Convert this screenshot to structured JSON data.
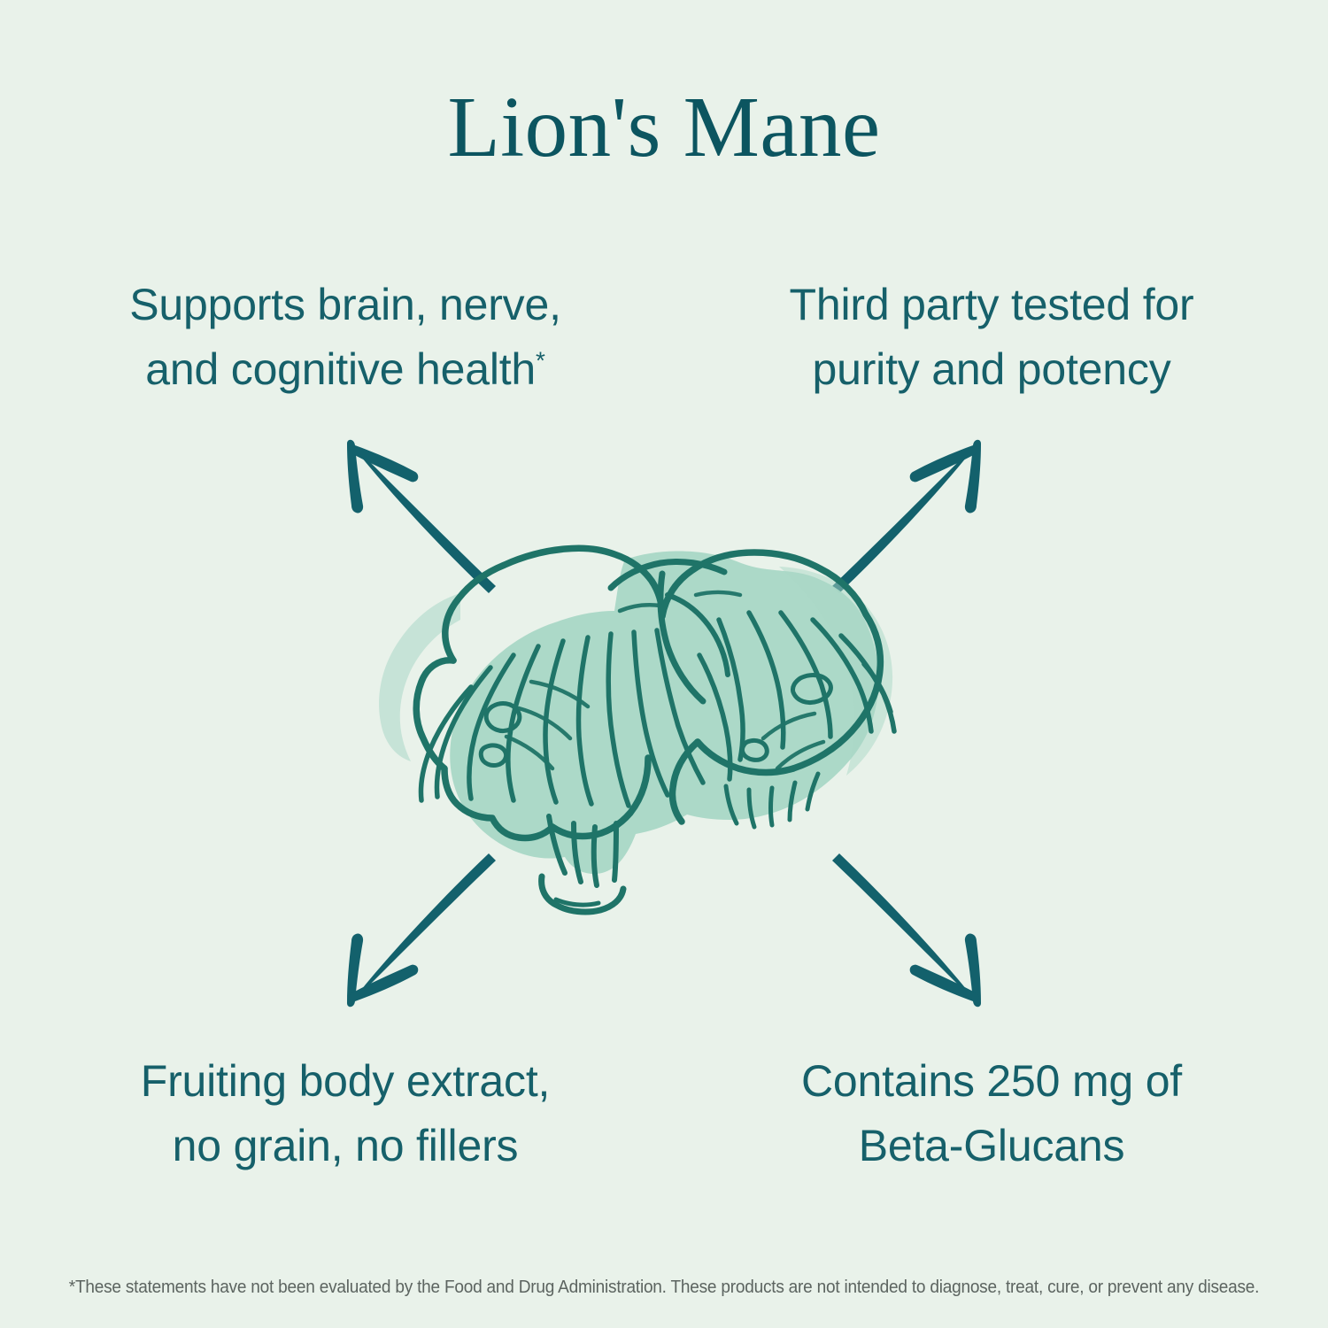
{
  "page": {
    "background_color": "#e9f2ea",
    "title": "Lion's Mane"
  },
  "colors": {
    "background": "#e9f2ea",
    "title_teal": "#0c5560",
    "body_teal": "#16606a",
    "arrow_teal": "#13616c",
    "mushroom_outline": "#1f7468",
    "mushroom_fill": "#a9d7c6",
    "disclaimer_gray": "#5c6460"
  },
  "benefits": [
    {
      "id": "supports-brain-nerve-cognitive-health",
      "position": "top-left",
      "line1": "Supports brain, nerve,",
      "line2": "and cognitive health",
      "superscript": "*"
    },
    {
      "id": "third-party-tested",
      "position": "top-right",
      "line1": "Third party tested for",
      "line2": "purity and potency",
      "superscript": ""
    },
    {
      "id": "fruiting-body-extract",
      "position": "bottom-left",
      "line1": "Fruiting body extract,",
      "line2": "no grain, no fillers",
      "superscript": ""
    },
    {
      "id": "beta-glucans-content",
      "position": "bottom-right",
      "line1": "Contains 250 mg of",
      "line2": "Beta-Glucans",
      "superscript": ""
    }
  ],
  "illustration": {
    "name": "lions-mane-mushroom-illustration",
    "subject": "Lion's Mane mushroom"
  },
  "arrows": [
    {
      "id": "arrow-to-top-left",
      "direction": "up-left"
    },
    {
      "id": "arrow-to-top-right",
      "direction": "up-right"
    },
    {
      "id": "arrow-to-bottom-left",
      "direction": "down-left"
    },
    {
      "id": "arrow-to-bottom-right",
      "direction": "down-right"
    }
  ],
  "disclaimer": {
    "text": "*These statements have not been evaluated by the Food and Drug Administration. These products are not intended to diagnose, treat, cure, or prevent any disease."
  }
}
